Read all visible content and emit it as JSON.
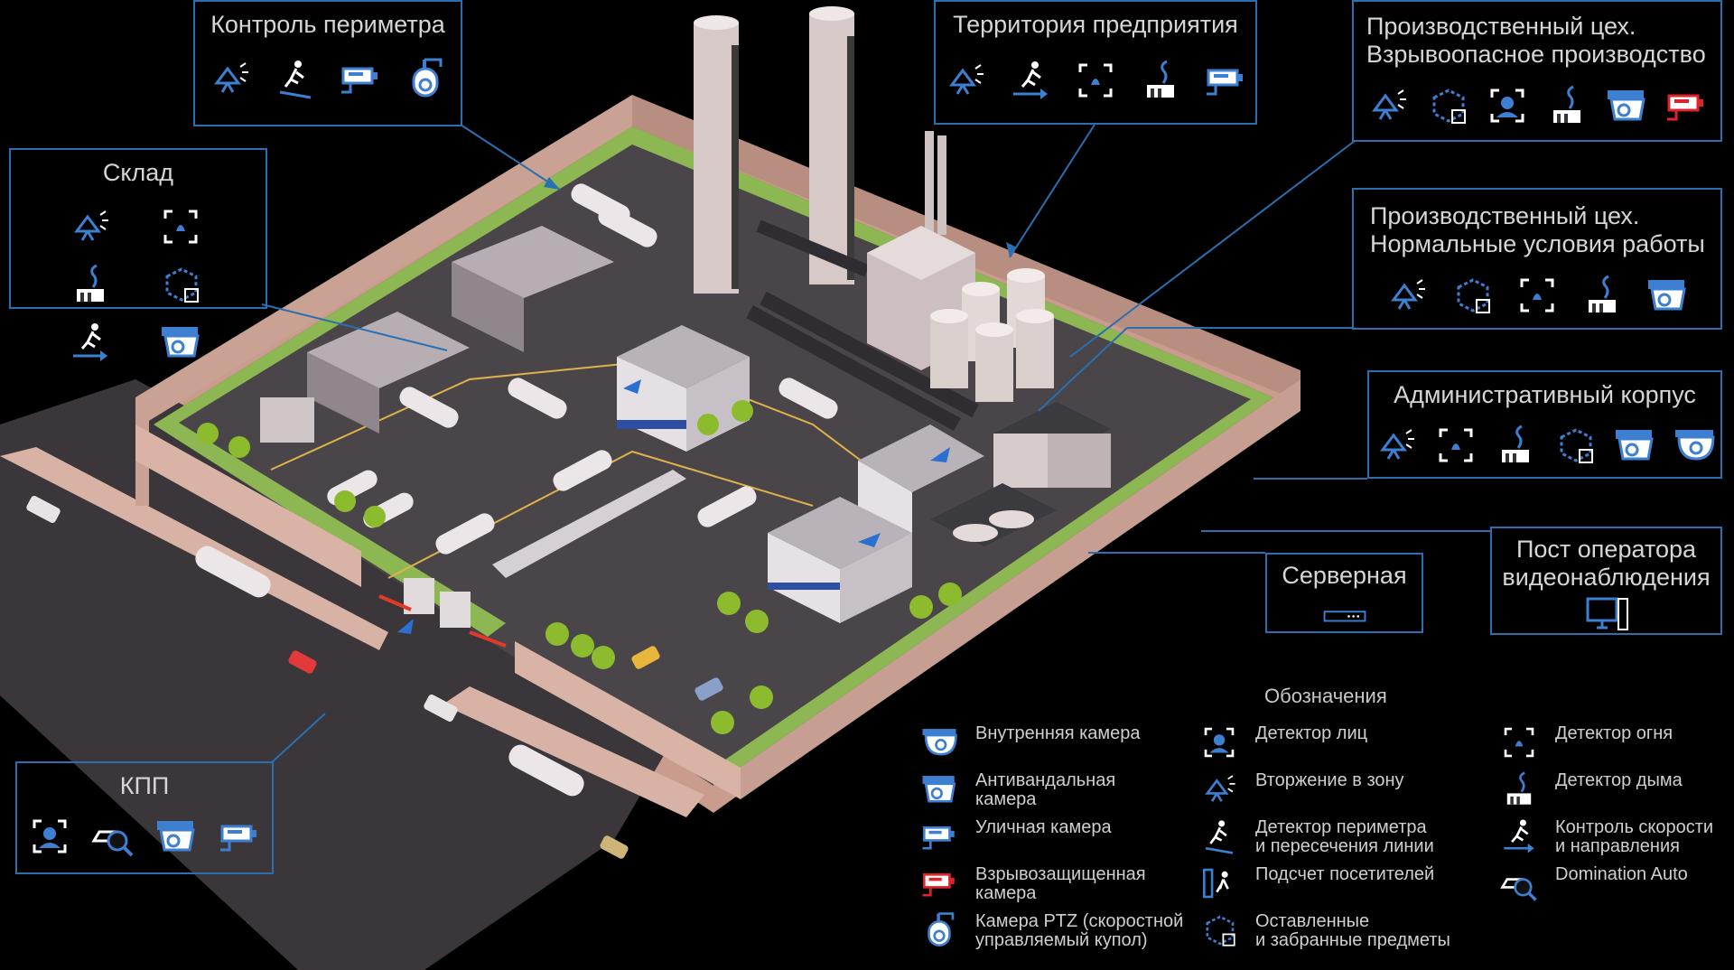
{
  "callouts": {
    "perimeter": {
      "title": "Контроль периметра",
      "icons": [
        "zone-intrusion-icon",
        "perimeter-line-icon",
        "street-camera-icon",
        "ptz-camera-icon"
      ]
    },
    "territory": {
      "title": "Территория предприятия",
      "icons": [
        "zone-intrusion-icon",
        "speed-direction-icon",
        "fire-detector-icon",
        "smoke-detector-icon",
        "street-camera-icon"
      ]
    },
    "explosive": {
      "title_line1": "Производственный цех.",
      "title_line2": "Взрывоопасное производство",
      "icons": [
        "zone-intrusion-icon",
        "left-objects-icon",
        "face-detector-icon",
        "smoke-detector-icon",
        "vandal-camera-icon",
        "explosion-proof-camera-icon"
      ]
    },
    "warehouse": {
      "title": "Склад",
      "icons": [
        "zone-intrusion-icon",
        "fire-detector-icon",
        "smoke-detector-icon",
        "left-objects-icon",
        "speed-direction-icon",
        "vandal-camera-icon"
      ]
    },
    "normal": {
      "title_line1": "Производственный цех.",
      "title_line2": "Нормальные условия работы",
      "icons": [
        "zone-intrusion-icon",
        "left-objects-icon",
        "fire-detector-icon",
        "smoke-detector-icon",
        "vandal-camera-icon"
      ]
    },
    "admin": {
      "title": "Административный корпус",
      "icons": [
        "zone-intrusion-icon",
        "fire-detector-icon",
        "smoke-detector-icon",
        "left-objects-icon",
        "vandal-camera-icon",
        "indoor-camera-icon"
      ]
    },
    "operator": {
      "title_line1": "Пост оператора",
      "title_line2": "видеонаблюдения",
      "icons": [
        "monitor-icon"
      ]
    },
    "server": {
      "title": "Серверная",
      "icons": [
        "server-icon"
      ]
    },
    "checkpoint": {
      "title": "КПП",
      "icons": [
        "face-detector-icon",
        "domination-auto-icon",
        "vandal-camera-icon",
        "street-camera-icon"
      ]
    }
  },
  "legend": {
    "title": "Обозначения",
    "cameras": [
      {
        "icon": "indoor-camera-icon",
        "label": "Внутренняя камера"
      },
      {
        "icon": "vandal-camera-icon",
        "label": "Антивандальная\nкамера"
      },
      {
        "icon": "street-camera-icon",
        "label": "Уличная камера"
      },
      {
        "icon": "explosion-proof-camera-icon",
        "label": "Взрывозащищенная\nкамера"
      },
      {
        "icon": "ptz-camera-icon",
        "label": "Камера PTZ (скоростной\nуправляемый купол)"
      }
    ],
    "detectors": [
      {
        "icon": "face-detector-icon",
        "label": "Детектор лиц"
      },
      {
        "icon": "zone-intrusion-icon",
        "label": "Вторжение в зону"
      },
      {
        "icon": "perimeter-line-icon",
        "label": "Детектор периметра\nи пересечения линии"
      },
      {
        "icon": "visitor-count-icon",
        "label": "Подсчет посетителей"
      },
      {
        "icon": "left-objects-icon",
        "label": "Оставленные\nи забранные предметы"
      }
    ],
    "analytics": [
      {
        "icon": "fire-detector-icon",
        "label": "Детектор огня"
      },
      {
        "icon": "smoke-detector-icon",
        "label": "Детектор дыма"
      },
      {
        "icon": "speed-direction-icon",
        "label": "Контроль скорости\nи направления"
      },
      {
        "icon": "domination-auto-icon",
        "label": "Domination Auto"
      }
    ]
  },
  "colors": {
    "box_border": "#2a6fb0",
    "icon_blue": "#3d7fd0",
    "icon_red": "#e0222a",
    "ground": "#48434a",
    "grass": "#8bb851",
    "wall": "#d7b4a6"
  }
}
